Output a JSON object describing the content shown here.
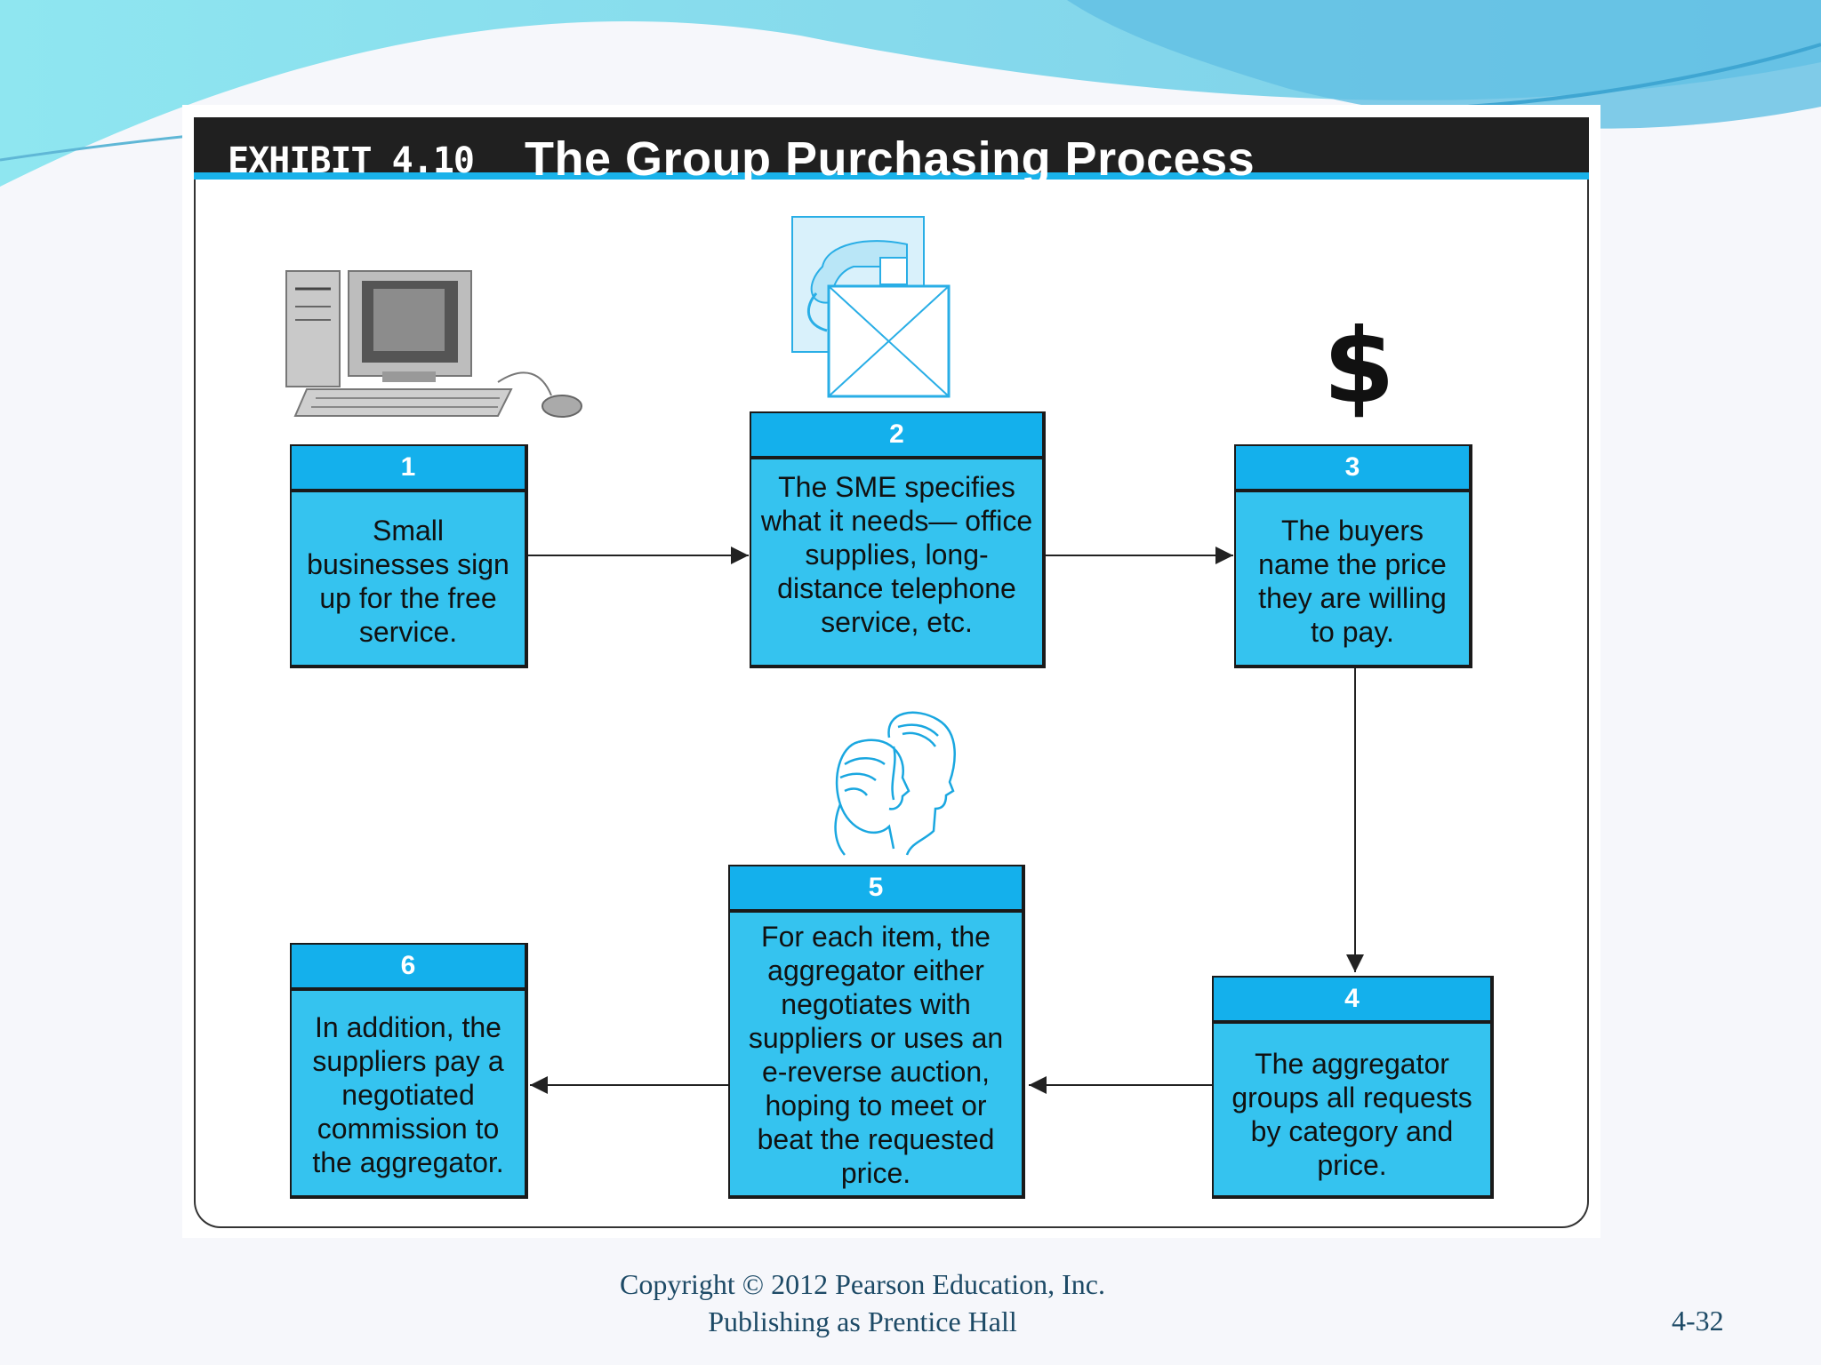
{
  "exhibit": {
    "number": "EXHIBIT 4.10",
    "title": "The Group Purchasing Process"
  },
  "steps": [
    {
      "number": "1",
      "text": "Small businesses sign up for the free service."
    },
    {
      "number": "2",
      "text": "The SME specifies what it needs— office supplies, long-distance telephone service, etc."
    },
    {
      "number": "3",
      "text": "The buyers name the price they are willing to pay."
    },
    {
      "number": "4",
      "text": "The aggregator groups all requests by category and price."
    },
    {
      "number": "5",
      "text": "For each item, the aggregator either negotiates with suppliers or uses an e-reverse auction, hoping to meet or beat the requested price."
    },
    {
      "number": "6",
      "text": "In addition, the suppliers pay a negotiated commission to the aggregator."
    }
  ],
  "icons": {
    "step1": "computer-icon",
    "step2": "phone-fax-icon",
    "step3": "dollar-sign-icon",
    "step5": "two-people-icon"
  },
  "dollar_symbol": "$",
  "footer": {
    "copyright_line1": "Copyright © 2012 Pearson Education, Inc.",
    "copyright_line2": "Publishing as Prentice Hall",
    "slide_number": "4-32"
  },
  "colors": {
    "box_fill": "#35c3ef",
    "box_header": "#14b0ec",
    "header_bar": "#202020",
    "accent": "#19b2ea"
  }
}
